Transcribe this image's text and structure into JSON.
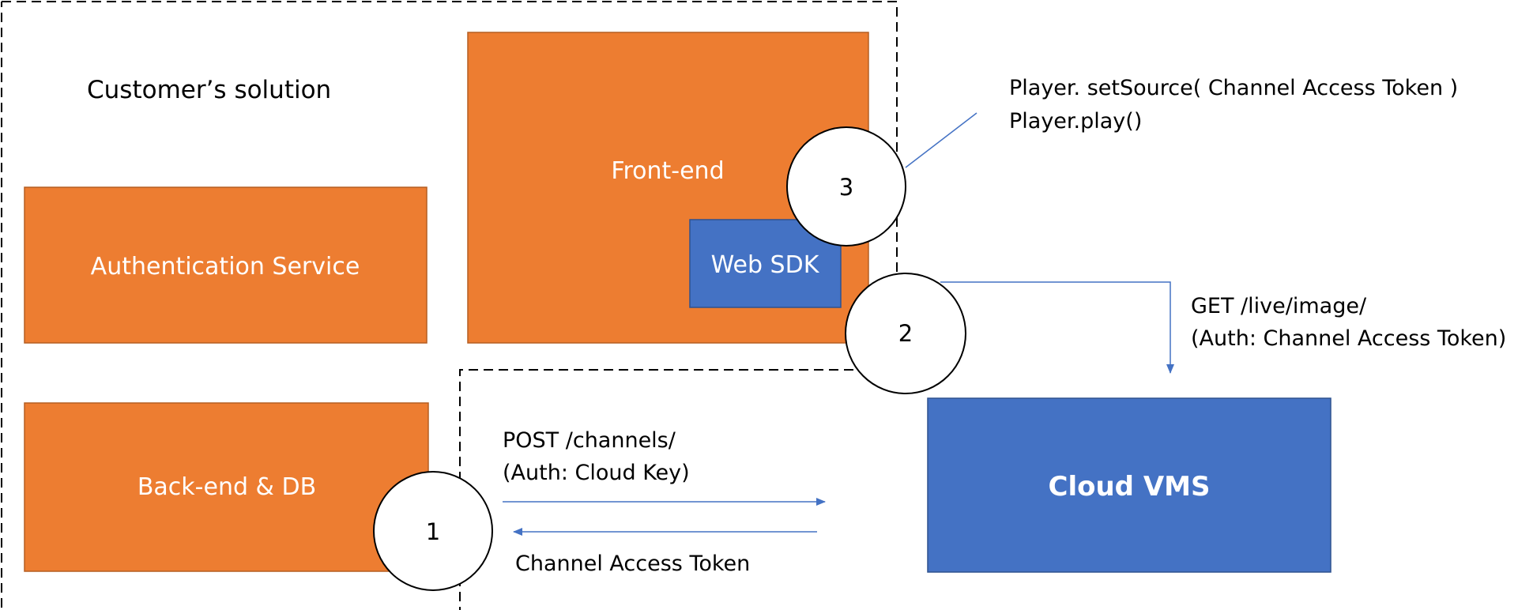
{
  "title": "Customer’s solution",
  "boxes": {
    "auth": "Authentication Service",
    "backend": "Back-end & DB",
    "frontend": "Front-end",
    "websdk": "Web SDK",
    "cloud": "Cloud VMS"
  },
  "steps": {
    "one": "1",
    "two": "2",
    "three": "3"
  },
  "labels": {
    "post_line1": "POST /channels/",
    "post_line2": "(Auth: Cloud Key)",
    "token_return": "Channel Access Token",
    "get_line1": "GET /live/image/",
    "get_line2": "(Auth: Channel Access Token)",
    "player_line1": "Player. setSource( Channel Access Token )",
    "player_line2": "Player.play()"
  },
  "colors": {
    "orange": "#ED7D31",
    "orange_border": "#B55E22",
    "blue": "#4472C4",
    "blue_border": "#2F528F",
    "arrow": "#4472C4",
    "dash": "#000000"
  }
}
